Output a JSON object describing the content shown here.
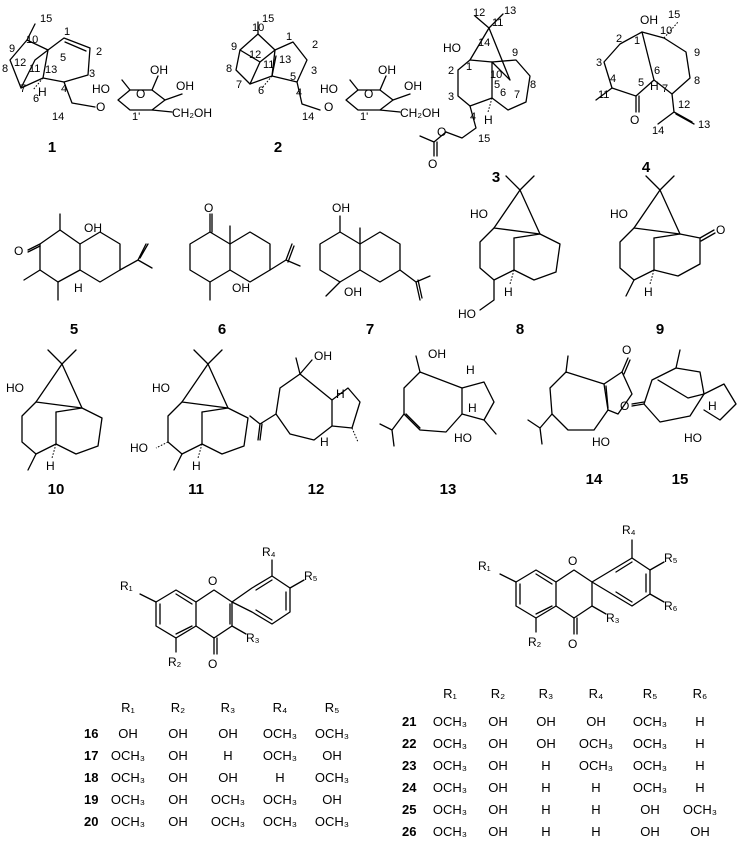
{
  "compounds": [
    {
      "id": "c1",
      "label": "1"
    },
    {
      "id": "c2",
      "label": "2"
    },
    {
      "id": "c3",
      "label": "3"
    },
    {
      "id": "c4",
      "label": "4"
    },
    {
      "id": "c5",
      "label": "5"
    },
    {
      "id": "c6",
      "label": "6"
    },
    {
      "id": "c7",
      "label": "7"
    },
    {
      "id": "c8",
      "label": "8"
    },
    {
      "id": "c9",
      "label": "9"
    },
    {
      "id": "c10",
      "label": "10"
    },
    {
      "id": "c11",
      "label": "11"
    },
    {
      "id": "c12",
      "label": "12"
    },
    {
      "id": "c13",
      "label": "13"
    },
    {
      "id": "c14",
      "label": "14"
    },
    {
      "id": "c15",
      "label": "15"
    }
  ],
  "atoms": {
    "oh": "OH",
    "ho": "HO",
    "o": "O",
    "h": "H",
    "ch2oh": "CH₂OH",
    "r1": "R₁",
    "r2": "R₂",
    "r3": "R₃",
    "r4": "R₄",
    "r5": "R₅",
    "r6": "R₆"
  },
  "flavone_table": {
    "headers": [
      "R₁",
      "R₂",
      "R₃",
      "R₄",
      "R₅"
    ],
    "rows": [
      {
        "label": "16",
        "cells": [
          "OH",
          "OH",
          "OH",
          "OCH₃",
          "OCH₃"
        ]
      },
      {
        "label": "17",
        "cells": [
          "OCH₃",
          "OH",
          "H",
          "OCH₃",
          "OH"
        ]
      },
      {
        "label": "18",
        "cells": [
          "OCH₃",
          "OH",
          "OH",
          "H",
          "OCH₃"
        ]
      },
      {
        "label": "19",
        "cells": [
          "OCH₃",
          "OH",
          "OCH₃",
          "OCH₃",
          "OH"
        ]
      },
      {
        "label": "20",
        "cells": [
          "OCH₃",
          "OH",
          "OCH₃",
          "OCH₃",
          "OCH₃"
        ]
      }
    ]
  },
  "flavanone_table": {
    "headers": [
      "R₁",
      "R₂",
      "R₃",
      "R₄",
      "R₅",
      "R₆"
    ],
    "rows": [
      {
        "label": "21",
        "cells": [
          "OCH₃",
          "OH",
          "OH",
          "OH",
          "OCH₃",
          "H"
        ]
      },
      {
        "label": "22",
        "cells": [
          "OCH₃",
          "OH",
          "OH",
          "OCH₃",
          "OCH₃",
          "H"
        ]
      },
      {
        "label": "23",
        "cells": [
          "OCH₃",
          "OH",
          "H",
          "OCH₃",
          "OCH₃",
          "H"
        ]
      },
      {
        "label": "24",
        "cells": [
          "OCH₃",
          "OH",
          "H",
          "H",
          "OCH₃",
          "H"
        ]
      },
      {
        "label": "25",
        "cells": [
          "OCH₃",
          "OH",
          "H",
          "H",
          "OH",
          "OCH₃"
        ]
      },
      {
        "label": "26",
        "cells": [
          "OCH₃",
          "OH",
          "H",
          "H",
          "OH",
          "OH"
        ]
      }
    ]
  }
}
